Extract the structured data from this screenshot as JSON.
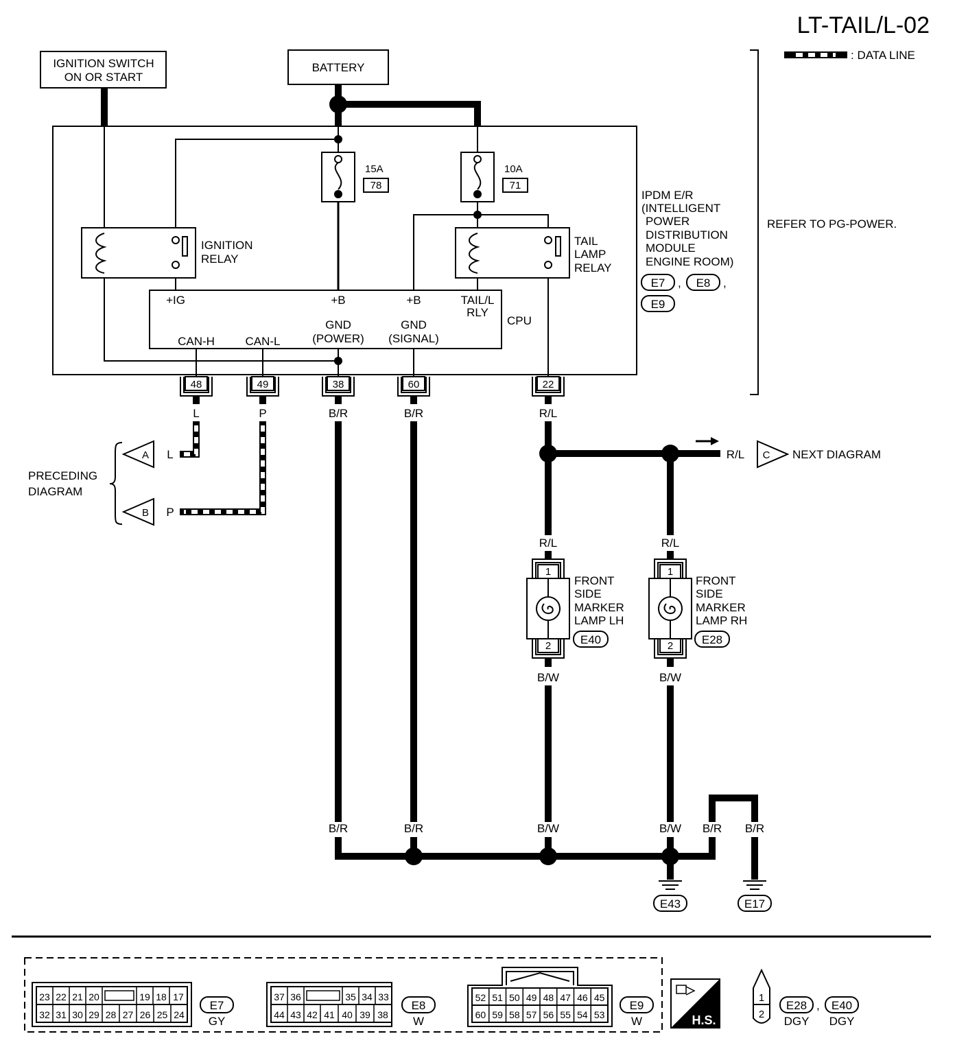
{
  "title": "LT-TAIL/L-02",
  "legend": {
    "data_line": ": DATA LINE"
  },
  "refer": "REFER TO PG-POWER.",
  "ignition_switch": [
    "IGNITION SWITCH",
    "ON OR START"
  ],
  "battery": "BATTERY",
  "fuses": [
    {
      "rating": "15A",
      "number": "78"
    },
    {
      "rating": "10A",
      "number": "71"
    }
  ],
  "ignition_relay": [
    "IGNITION",
    "RELAY"
  ],
  "tail_lamp_relay": [
    "TAIL",
    "LAMP",
    "RELAY"
  ],
  "ipdm": {
    "lines": [
      "IPDM E/R",
      "(INTELLIGENT",
      "POWER",
      "DISTRIBUTION",
      "MODULE",
      "ENGINE ROOM)"
    ],
    "connectors": [
      "E7",
      "E8",
      "E9"
    ]
  },
  "cpu": {
    "label": "CPU",
    "pins": {
      "ig": "+IG",
      "b1": "+B",
      "b2": "+B",
      "tail": [
        "TAIL/L",
        "RLY"
      ],
      "gnd_power": [
        "GND",
        "(POWER)"
      ],
      "gnd_signal": [
        "GND",
        "(SIGNAL)"
      ],
      "can_h": "CAN-H",
      "can_l": "CAN-L"
    }
  },
  "terminals": [
    "48",
    "49",
    "38",
    "60",
    "22"
  ],
  "wire_colors": {
    "t48": "L",
    "t49": "P",
    "t38": "B/R",
    "t60": "B/R",
    "t22": "R/L",
    "next": "R/L",
    "lh_in": "R/L",
    "rh_in": "R/L",
    "lh_out": "B/W",
    "rh_out": "B/W",
    "g1": "B/R",
    "g2": "B/R",
    "g3": "B/W",
    "g4": "B/W",
    "g5": "B/R",
    "g6": "B/R",
    "a": "L",
    "b": "P"
  },
  "preceding": [
    "PRECEDING",
    "DIAGRAM"
  ],
  "next_diagram": "NEXT DIAGRAM",
  "flags": {
    "a": "A",
    "b": "B",
    "c": "C"
  },
  "lamp_lh": {
    "lines": [
      "FRONT",
      "SIDE",
      "MARKER",
      "LAMP LH"
    ],
    "connector": "E40",
    "pins": [
      "1",
      "2"
    ]
  },
  "lamp_rh": {
    "lines": [
      "FRONT",
      "SIDE",
      "MARKER",
      "LAMP RH"
    ],
    "connector": "E28",
    "pins": [
      "1",
      "2"
    ]
  },
  "grounds": [
    "E43",
    "E17"
  ],
  "connector_views": {
    "e7": {
      "top": [
        "23",
        "22",
        "21",
        "20",
        "",
        "19",
        "18",
        "17"
      ],
      "bottom": [
        "32",
        "31",
        "30",
        "29",
        "28",
        "27",
        "26",
        "25",
        "24"
      ],
      "id": "E7",
      "color": "GY"
    },
    "e8": {
      "top": [
        "37",
        "36",
        "",
        "35",
        "34",
        "33"
      ],
      "bottom": [
        "44",
        "43",
        "42",
        "41",
        "40",
        "39",
        "38"
      ],
      "id": "E8",
      "color": "W"
    },
    "e9": {
      "top": [
        "52",
        "51",
        "50",
        "49",
        "48",
        "47",
        "46",
        "45"
      ],
      "bottom": [
        "60",
        "59",
        "58",
        "57",
        "56",
        "55",
        "54",
        "53"
      ],
      "id": "E9",
      "color": "W"
    },
    "hs": "H.S.",
    "lamp": {
      "pins": [
        "1",
        "2"
      ],
      "ids": [
        "E28",
        "E40"
      ],
      "color": "DGY",
      "comma": ","
    }
  }
}
